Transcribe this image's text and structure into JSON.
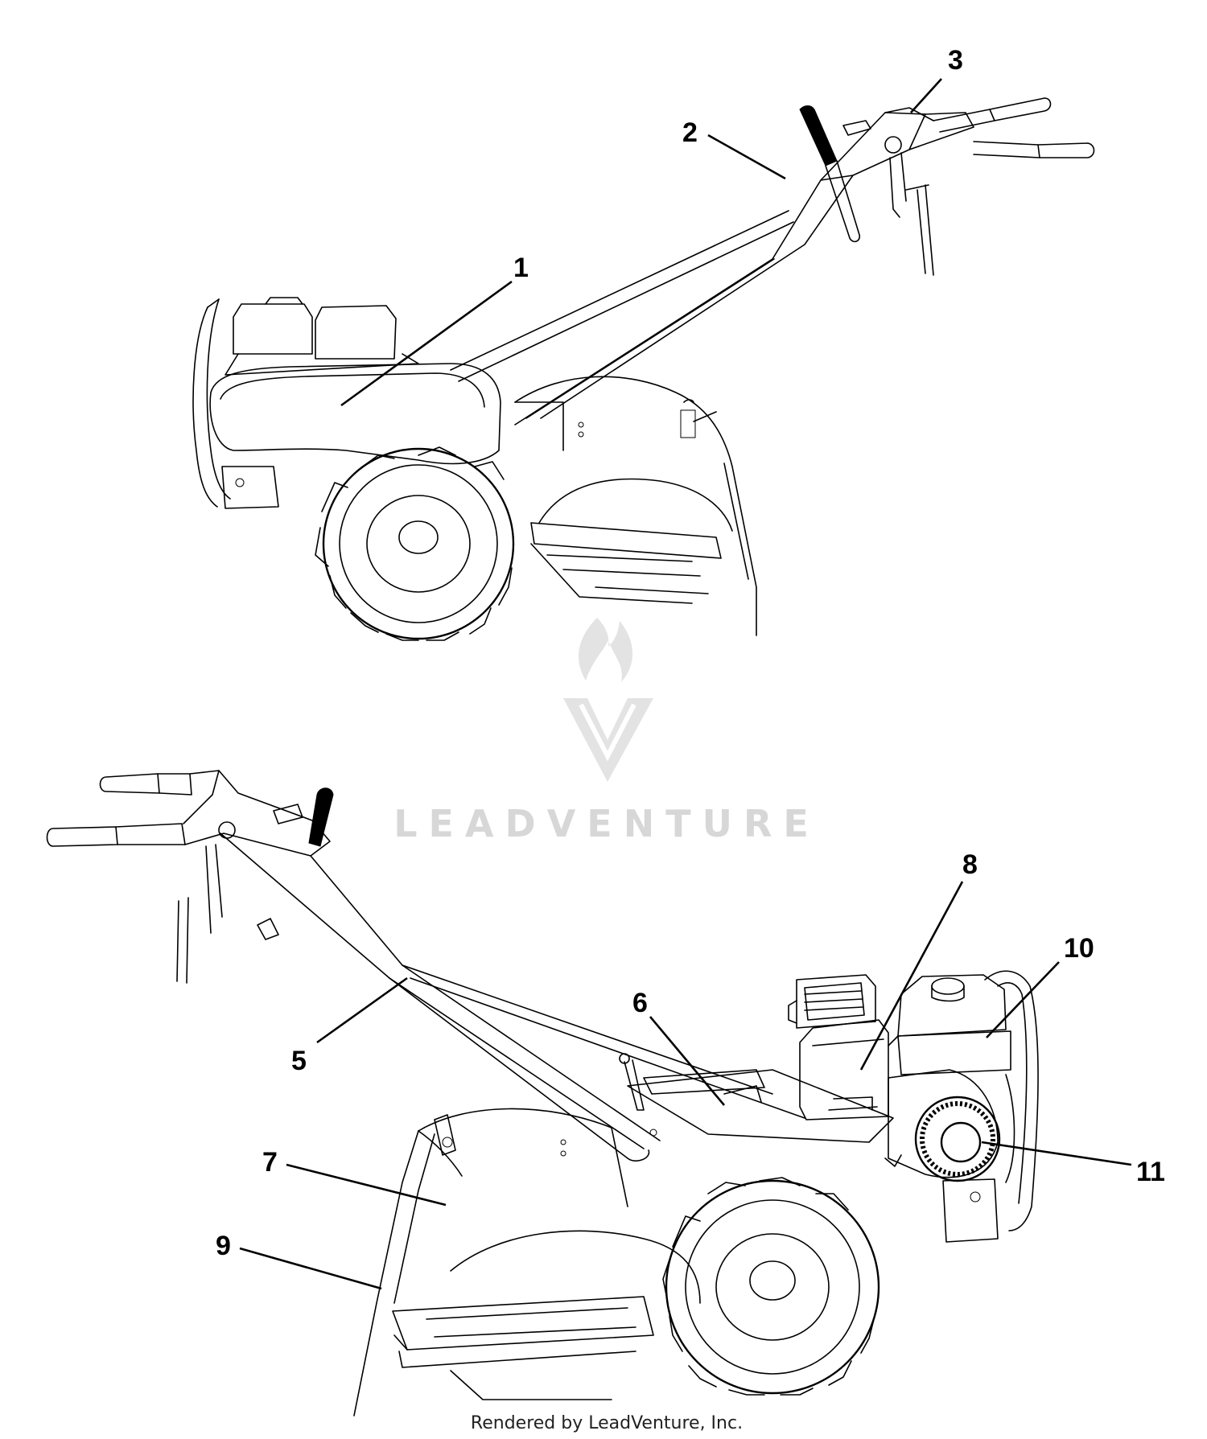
{
  "diagram": {
    "callouts": [
      {
        "id": "c1",
        "label": "1"
      },
      {
        "id": "c2",
        "label": "2"
      },
      {
        "id": "c3",
        "label": "3"
      },
      {
        "id": "c5",
        "label": "5"
      },
      {
        "id": "c6",
        "label": "6"
      },
      {
        "id": "c7",
        "label": "7"
      },
      {
        "id": "c8",
        "label": "8"
      },
      {
        "id": "c9",
        "label": "9"
      },
      {
        "id": "c10",
        "label": "10"
      },
      {
        "id": "c11",
        "label": "11"
      }
    ],
    "watermark": "LEADVENTURE",
    "footer": "Rendered by LeadVenture, Inc."
  }
}
